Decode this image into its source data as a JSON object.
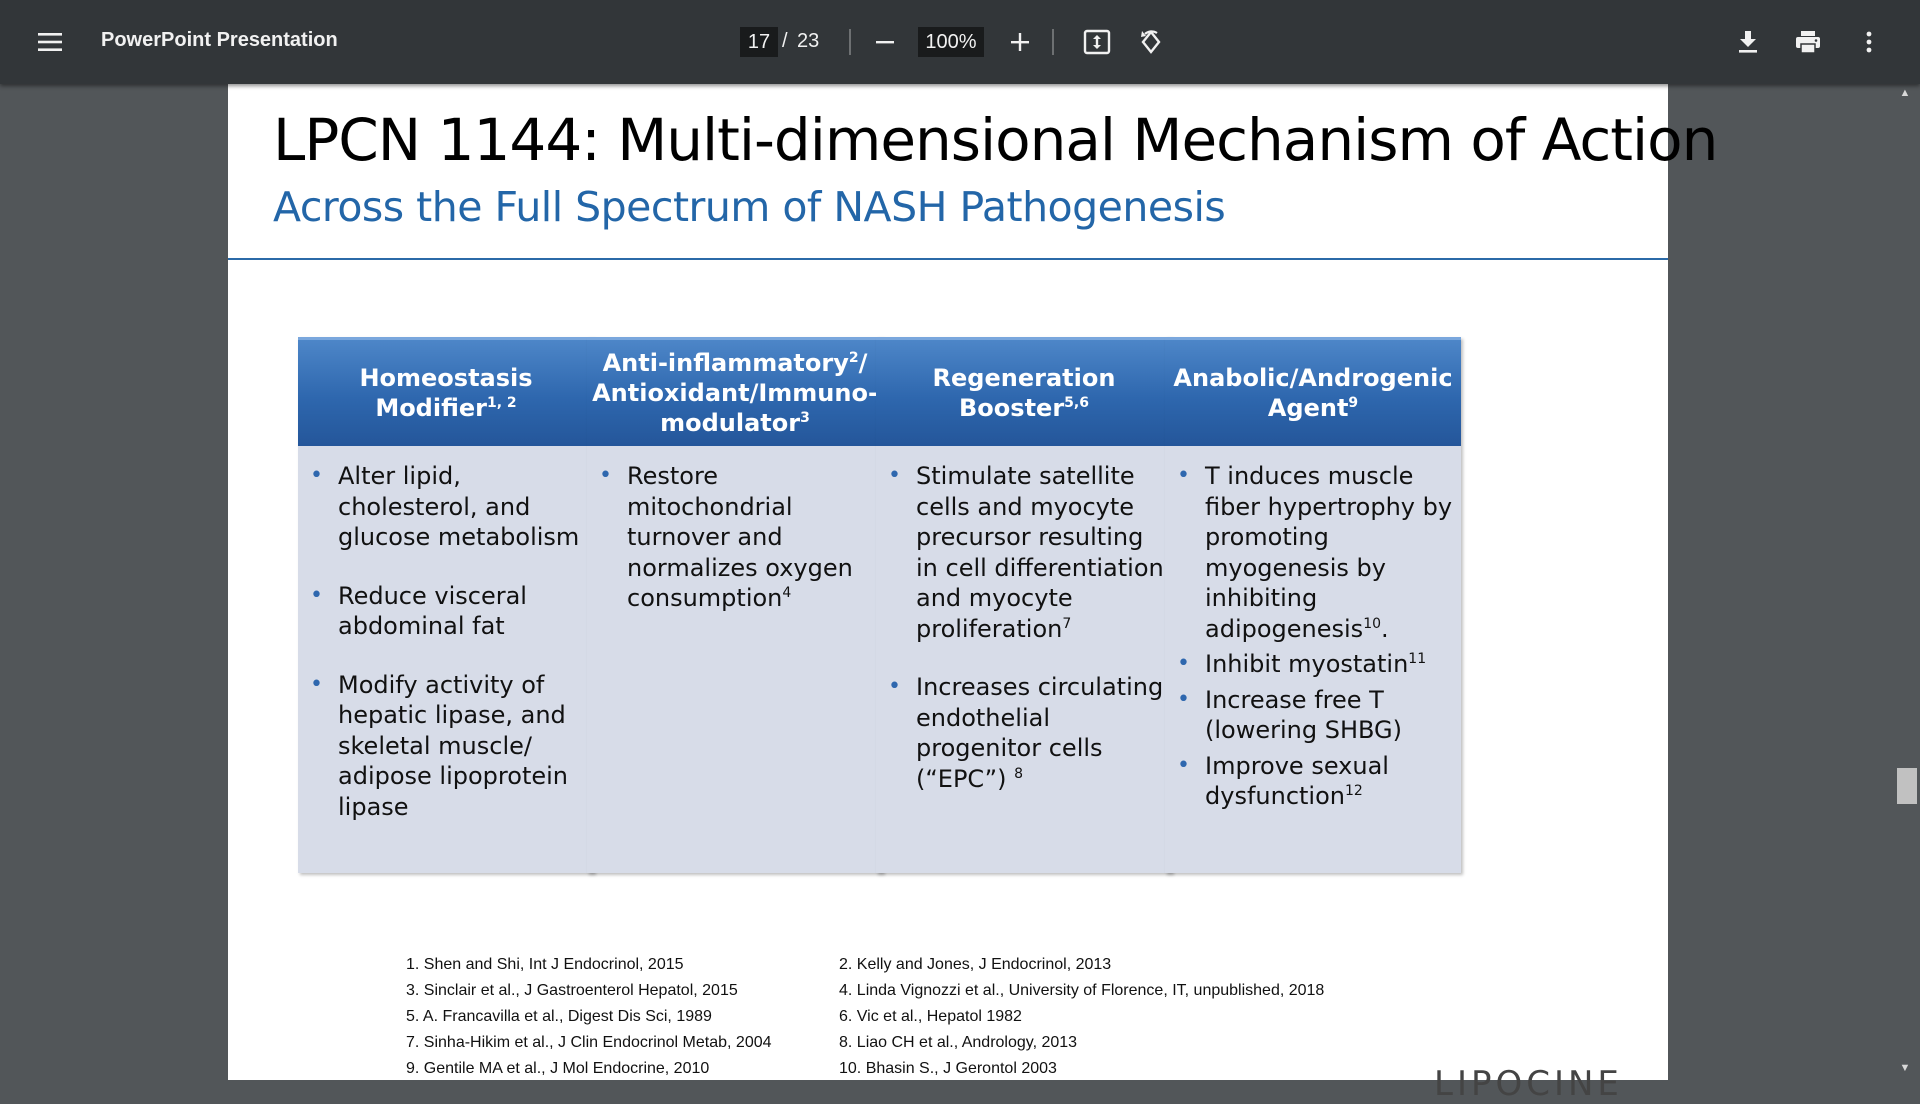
{
  "toolbar": {
    "doc_title": "PowerPoint Presentation",
    "page_current": "17",
    "page_separator": "/",
    "page_total": "23",
    "zoom": "100%"
  },
  "slide": {
    "title": "LPCN 1144: Multi-dimensional Mechanism of Action",
    "subtitle": "Across the Full Spectrum of NASH Pathogenesis",
    "columns": [
      {
        "header_lines": [
          {
            "text": "Homeostasis",
            "sup": ""
          },
          {
            "text": "Modifier",
            "sup": "1, 2"
          }
        ],
        "items": [
          {
            "text": "Alter lipid, cholesterol, and glucose metabolism",
            "sup": "",
            "tail": ""
          },
          {
            "text": "Reduce visceral abdominal fat",
            "sup": "",
            "tail": ""
          },
          {
            "text": "Modify activity of hepatic lipase, and skeletal muscle/ adipose lipoprotein lipase",
            "sup": "",
            "tail": ""
          }
        ]
      },
      {
        "header_lines": [
          {
            "text": "Anti-inflammatory",
            "sup": "2",
            "tail": "/"
          },
          {
            "text": "Antioxidant/Immuno-",
            "sup": ""
          },
          {
            "text": "modulator",
            "sup": "3"
          }
        ],
        "items": [
          {
            "text": "Restore mitochondrial turnover and normalizes oxygen consumption",
            "sup": "4",
            "tail": ""
          }
        ]
      },
      {
        "header_lines": [
          {
            "text": "Regeneration",
            "sup": ""
          },
          {
            "text": "Booster",
            "sup": "5,6"
          }
        ],
        "items": [
          {
            "text": "Stimulate satellite cells and myocyte precursor resulting in cell differentiation and myocyte proliferation",
            "sup": "7",
            "tail": ""
          },
          {
            "text": "Increases circulating endothelial progenitor cells (“EPC”) ",
            "sup": "8",
            "tail": ""
          }
        ]
      },
      {
        "header_lines": [
          {
            "text": "Anabolic/Androgenic",
            "sup": ""
          },
          {
            "text": "Agent",
            "sup": "9"
          }
        ],
        "items": [
          {
            "text": "T induces muscle fiber hypertrophy by promoting myogenesis by inhibiting adipogenesis",
            "sup": "10",
            "tail": "."
          },
          {
            "text": "Inhibit myostatin",
            "sup": "11",
            "tail": ""
          },
          {
            "text": "Increase free T (lowering SHBG)",
            "sup": "",
            "tail": ""
          },
          {
            "text": "Improve sexual dysfunction",
            "sup": "12",
            "tail": ""
          }
        ]
      }
    ],
    "references_left": [
      "1.  Shen and Shi, Int J Endocrinol, 2015",
      "3. Sinclair et al., J Gastroenterol Hepatol, 2015",
      "5. A. Francavilla et al., Digest Dis Sci, 1989",
      "7. Sinha-Hikim  et al., J Clin Endocrinol Metab, 2004",
      "9. Gentile MA et al., J Mol Endocrine, 2010"
    ],
    "references_right": [
      "2. Kelly and Jones, J Endocrinol, 2013",
      "4. Linda Vignozzi et al., University of Florence, IT, unpublished, 2018",
      "6. Vic et al., Hepatol 1982",
      "8. Liao CH  et al., Andrology, 2013",
      "10. Bhasin S., J Gerontol 2003"
    ],
    "logo_text": "LIPOCINE"
  },
  "icons": {
    "menu": "hamburger-menu-icon",
    "zoom_out": "minus-icon",
    "zoom_in": "plus-icon",
    "fit": "fit-to-page-icon",
    "rotate": "rotate-counterclockwise-icon",
    "download": "download-icon",
    "print": "print-icon",
    "more": "more-vertical-icon"
  }
}
